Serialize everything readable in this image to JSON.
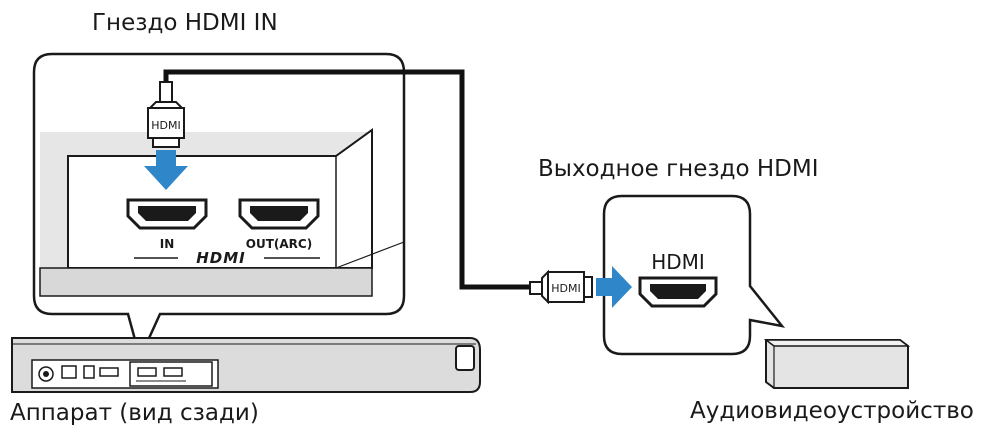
{
  "labels": {
    "hdmi_in_jack": "Гнездо HDMI IN",
    "hdmi_output_jack": "Выходное гнездо HDMI",
    "unit_rear_view": "Аппарат (вид сзади)",
    "av_device": "Аудиовидеоустройство"
  },
  "callout_left": {
    "port_in_label": "IN",
    "port_out_label": "OUT(ARC)",
    "brand_logo": "HDMI",
    "connector_label": "HDMI"
  },
  "callout_right": {
    "port_label": "HDMI",
    "connector_label": "HDMI"
  },
  "colors": {
    "arrow_blue": "#2f86c8",
    "outline": "#1a1a1a",
    "panel_gray": "#e2e2e2",
    "cable_black": "#111111"
  },
  "icons": [
    "down-arrow-icon",
    "right-arrow-icon",
    "hdmi-port-icon",
    "hdmi-plug-icon"
  ]
}
